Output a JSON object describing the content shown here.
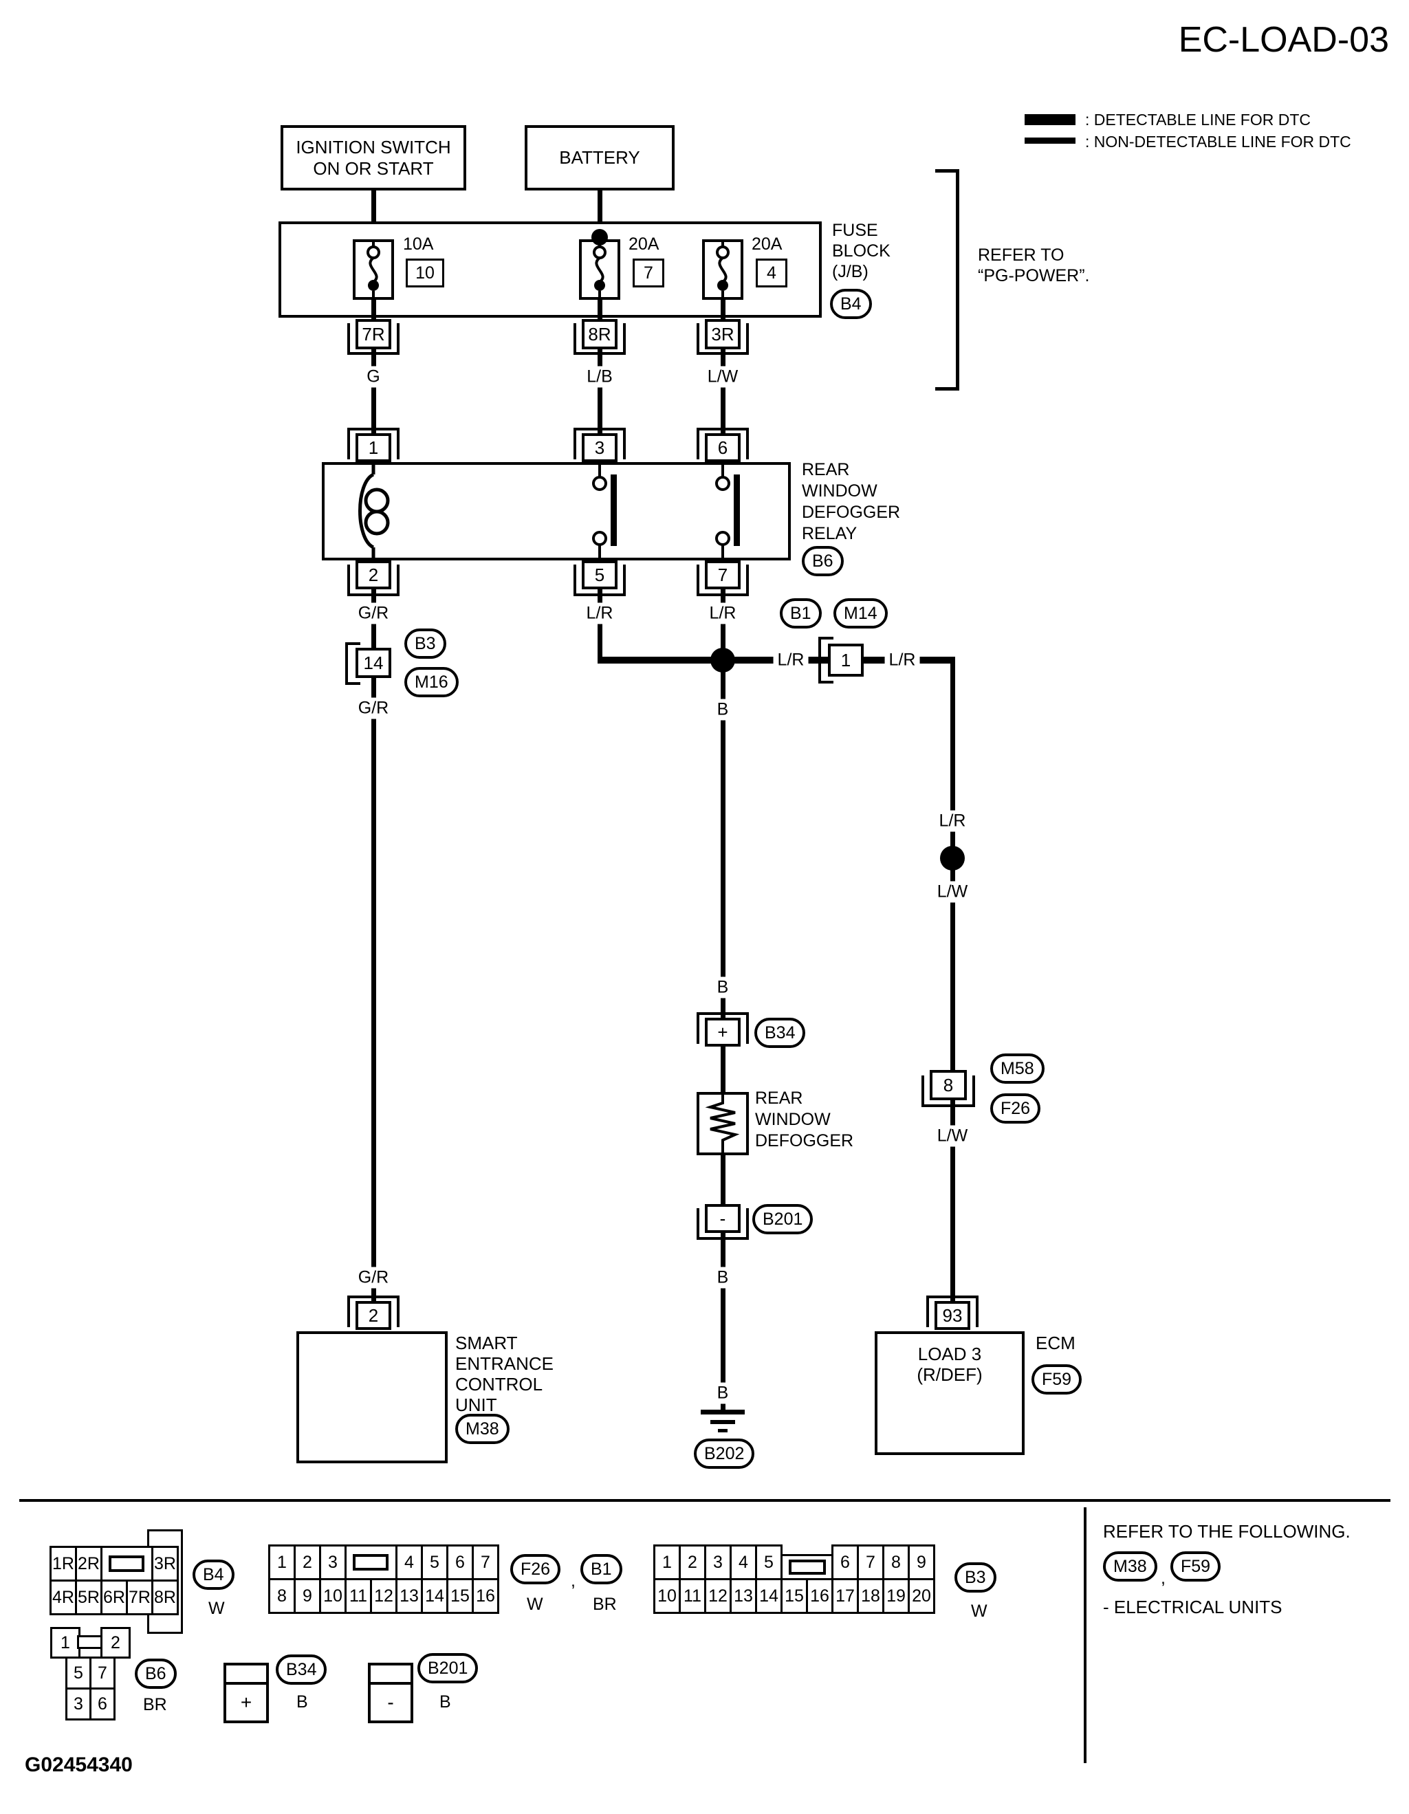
{
  "title": "EC-LOAD-03",
  "legend": {
    "detectable_label": ": DETECTABLE LINE FOR DTC",
    "non_detectable_label": ": NON-DETECTABLE LINE FOR DTC"
  },
  "sources": {
    "ignition": "IGNITION SWITCH\nON OR START",
    "battery": "BATTERY"
  },
  "fuse_block": {
    "name": "FUSE\nBLOCK\n(J/B)",
    "connector": "B4",
    "refer_note": "REFER TO\n“PG-POWER”.",
    "fuse1_amps": "10A",
    "fuse1_num": "10",
    "fuse1_pin": "7R",
    "fuse2_amps": "20A",
    "fuse2_num": "7",
    "fuse2_pin": "8R",
    "fuse3_amps": "20A",
    "fuse3_num": "4",
    "fuse3_pin": "3R"
  },
  "relay": {
    "name": "REAR\nWINDOW\nDEFOGGER\nRELAY",
    "connector": "B6",
    "pin_1": "1",
    "pin_3": "3",
    "pin_6": "6",
    "pin_2": "2",
    "pin_5": "5",
    "pin_7": "7"
  },
  "wire_colors": {
    "g": "G",
    "lb": "L/B",
    "lw": "L/W",
    "gr": "G/R",
    "lr": "L/R",
    "b": "B"
  },
  "connectors": {
    "c14_num": "14",
    "c14_top": "B3",
    "c14_bottom": "M16",
    "c1_num": "1",
    "c1_left": "B1",
    "c1_right": "M14",
    "c8_num": "8",
    "c8_top": "M58",
    "c8_bottom": "F26"
  },
  "defogger": {
    "name": "REAR\nWINDOW\nDEFOGGER",
    "plus_pin": "+",
    "minus_pin": "-",
    "plus_connector": "B34",
    "minus_connector": "B201"
  },
  "ground_connector": "B202",
  "secu": {
    "name": "SMART\nENTRANCE\nCONTROL\nUNIT",
    "connector": "M38",
    "pin": "2"
  },
  "ecm": {
    "name": "ECM",
    "connector": "F59",
    "internal_label": "LOAD 3\n(R/DEF)",
    "pin": "93"
  },
  "footer": {
    "b4_top": [
      "1R",
      "2R",
      "3R"
    ],
    "b4_bottom": [
      "4R",
      "5R",
      "6R",
      "7R",
      "8R"
    ],
    "b4_oval": "B4",
    "b4_color": "W",
    "f26_top": [
      "1",
      "2",
      "3",
      "4",
      "5",
      "6",
      "7"
    ],
    "f26_bottom": [
      "8",
      "9",
      "10",
      "11",
      "12",
      "13",
      "14",
      "15",
      "16"
    ],
    "f26_oval": "F26",
    "f26_color": "W",
    "b1_oval": "B1",
    "b1_color": "BR",
    "b3_top": [
      "1",
      "2",
      "3",
      "4",
      "5",
      "6",
      "7",
      "8",
      "9"
    ],
    "b3_bottom": [
      "10",
      "11",
      "12",
      "13",
      "14",
      "15",
      "16",
      "17",
      "18",
      "19",
      "20"
    ],
    "b3_oval": "B3",
    "b3_color": "W",
    "b6_top": [
      "1",
      "2"
    ],
    "b6_mid": [
      "5",
      "7"
    ],
    "b6_bot": [
      "3",
      "6"
    ],
    "b6_oval": "B6",
    "b6_color": "BR",
    "b34_pin": "+",
    "b34_oval": "B34",
    "b34_color": "B",
    "b201_pin": "-",
    "b201_oval": "B201",
    "b201_color": "B",
    "comma": ",",
    "refer": "REFER TO THE FOLLOWING.",
    "refer_oval1": "M38",
    "refer_oval2": "F59",
    "refer_sub": "- ELECTRICAL UNITS",
    "doc_id": "G02454340"
  }
}
